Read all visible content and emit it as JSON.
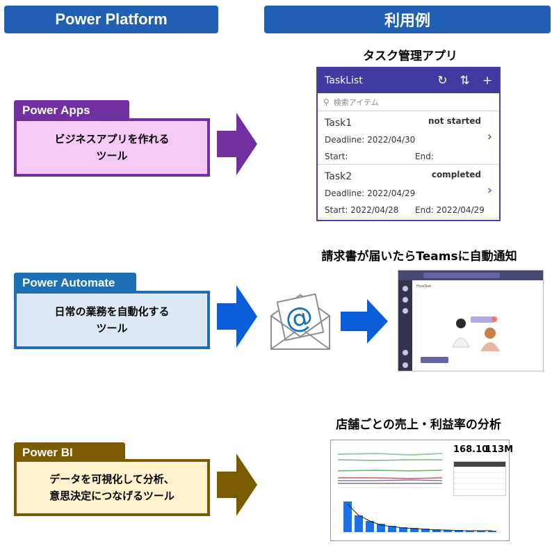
{
  "headers": {
    "left": "Power Platform",
    "right": "利用例"
  },
  "products": [
    {
      "tag": "Power Apps",
      "description": "ビジネスアプリを作れる\nツール",
      "color": "#7030a0",
      "fill": "#f5c8f5"
    },
    {
      "tag": "Power Automate",
      "description": "日常の業務を自動化する\nツール",
      "color": "#1f6fb4",
      "fill": "#dce8f5"
    },
    {
      "tag": "Power BI",
      "description": "データを可視化して分析、\n意思決定につなげるツール",
      "color": "#7a5a00",
      "fill": "#fff2cc"
    }
  ],
  "examples": {
    "apps_title": "タスク管理アプリ",
    "automate_title": "請求書が届いたらTeamsに自動通知",
    "bi_title": "店舗ごとの売上・利益率の分析"
  },
  "tasklist": {
    "title": "TaskList",
    "search_placeholder": "検索アイテム",
    "items": [
      {
        "name": "Task1",
        "status": "not started",
        "deadline": "Deadline: 2022/04/30",
        "start": "Start:",
        "end": "End:"
      },
      {
        "name": "Task2",
        "status": "completed",
        "deadline": "Deadline: 2022/04/29",
        "start": "Start: 2022/04/28",
        "end": "End: 2022/04/29"
      }
    ]
  },
  "teams": {
    "channel": "FlowTest"
  },
  "bi": {
    "kpi1": "168.10",
    "kpi2": "113M"
  },
  "icons": {
    "refresh": "refresh-icon",
    "sort": "sort-icon",
    "add": "plus-icon",
    "search": "search-icon",
    "chevron": "chevron-right-icon",
    "mail": "email-icon"
  }
}
